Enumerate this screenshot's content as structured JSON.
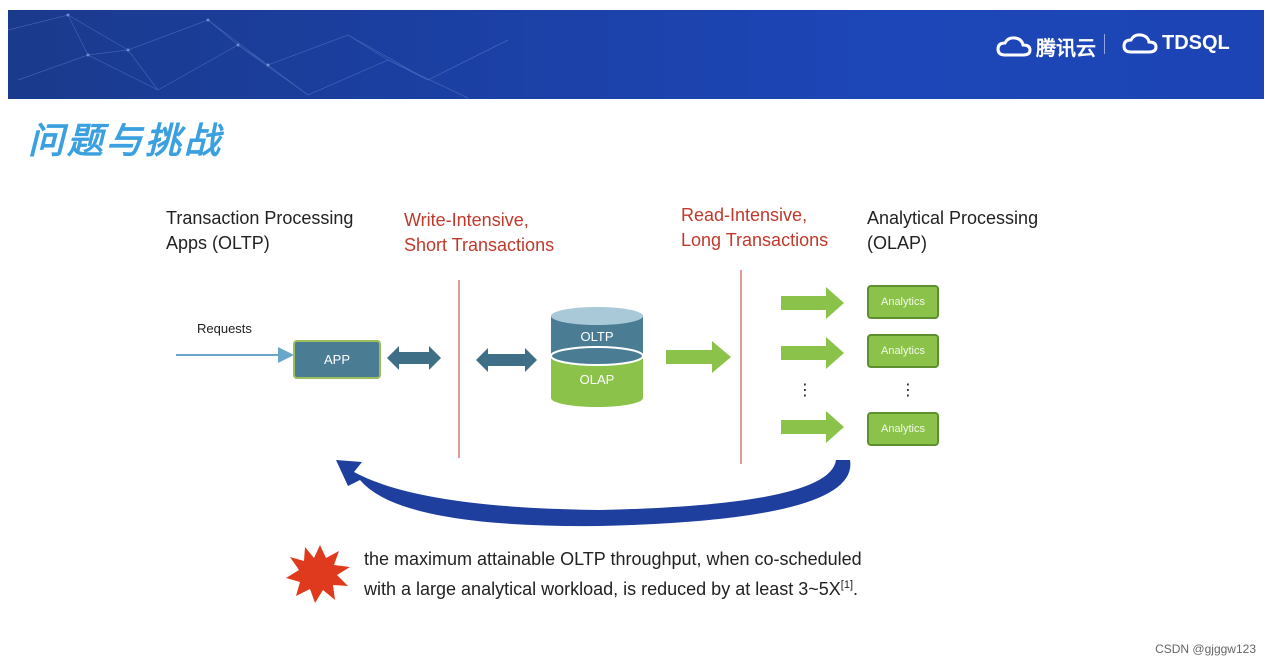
{
  "header": {
    "brand_tencent": "腾讯云",
    "brand_tdsql": "TDSQL",
    "colors": {
      "banner": "#1c44b4",
      "title": "#3aa0e0"
    }
  },
  "page_title": "问题与挑战",
  "diagram": {
    "oltp_title": "Transaction Processing\nApps (OLTP)",
    "write_label": "Write-Intensive,\nShort Transactions",
    "read_label": "Read-Intensive,\nLong Transactions",
    "olap_title": "Analytical Processing\n(OLAP)",
    "requests_label": "Requests",
    "app_label": "APP",
    "db_top_label": "OLTP",
    "db_bottom_label": "OLAP",
    "analytics_labels": [
      "Analytics",
      "Analytics",
      "Analytics"
    ],
    "ellipsis": "⋮",
    "note_text": "the maximum attainable OLTP throughput, when co-scheduled\nwith a large analytical workload, is reduced by at least 3~5X",
    "note_ref": "[1]",
    "note_end": ".",
    "colors": {
      "red": "#c0392b",
      "teal": "#4a7c94",
      "green": "#8bc34a",
      "navy": "#1f3f9e"
    }
  },
  "watermark": "CSDN @gjggw123"
}
